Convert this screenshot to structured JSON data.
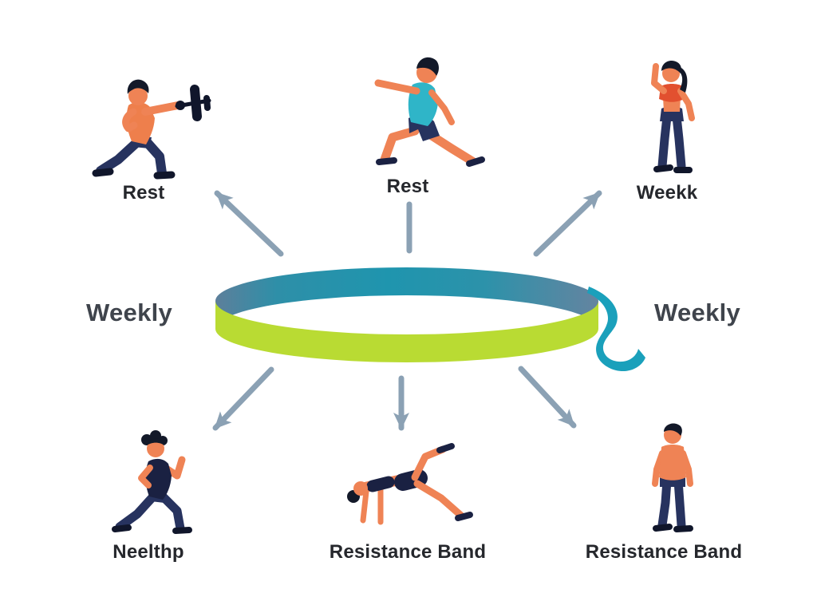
{
  "diagram": {
    "side_labels": {
      "left": "Weekly",
      "right": "Weekly"
    },
    "nodes": [
      {
        "id": "top-left",
        "label": "Rest",
        "figure": "lunge-with-dumbbell",
        "figure_description": "person in orange shirt lunging while holding a dumbbell"
      },
      {
        "id": "top-center",
        "label": "Rest",
        "figure": "forward-lunge",
        "figure_description": "person in teal shirt doing a forward lunge"
      },
      {
        "id": "top-right",
        "label": "Weekk",
        "figure": "standing-woman-waving",
        "figure_description": "woman in red sports bra and leggings with one arm raised"
      },
      {
        "id": "bottom-left",
        "label": "Neelthp",
        "figure": "power-walk",
        "figure_description": "person in navy tank top striding with flexed arm"
      },
      {
        "id": "bottom-center",
        "label": "Resistance Band",
        "figure": "glute-bridge",
        "figure_description": "woman in bridge pose with one leg raised"
      },
      {
        "id": "bottom-right",
        "label": "Resistance Band",
        "figure": "standing-man",
        "figure_description": "shirtless man standing in navy pants"
      }
    ],
    "arrows": [
      {
        "id": "upper-left",
        "direction": "up-left",
        "has_head": true
      },
      {
        "id": "upper-center",
        "direction": "up",
        "has_head": false
      },
      {
        "id": "upper-right",
        "direction": "up-right",
        "has_head": true
      },
      {
        "id": "lower-left",
        "direction": "down-left",
        "has_head": true
      },
      {
        "id": "lower-center",
        "direction": "down",
        "has_head": true
      },
      {
        "id": "lower-right",
        "direction": "down-right",
        "has_head": true
      }
    ],
    "colors": {
      "label_text": "#25272c",
      "weekly_text": "#3f444c",
      "arrow": "#8ba1b4",
      "band_slate": "#5d7f9b",
      "band_teal": "#1f95ae",
      "band_lime": "#b9db33",
      "ribbon_teal": "#1aa0bb",
      "skin": "#ef8355",
      "navy": "#27335f",
      "navy_dark": "#1a2142",
      "shoe": "#10162b",
      "hair": "#131929",
      "teal_shirt": "#2fb5c8",
      "orange_shirt": "#ee7f4c",
      "red_bra": "#e2502f"
    }
  }
}
